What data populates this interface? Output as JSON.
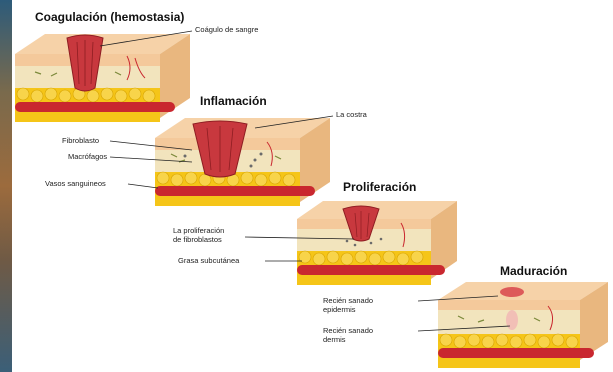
{
  "stages": [
    {
      "title": "Coagulación (hemostasia)",
      "labels": [
        "Coágulo de sangre"
      ]
    },
    {
      "title": "Inflamación",
      "labels": [
        "La costra",
        "Fibroblasto",
        "Macrófagos",
        "Vasos sanguineos"
      ]
    },
    {
      "title": "Proliferación",
      "labels": [
        "La proliferación\nde fibroblastos",
        "Grasa subcutánea"
      ]
    },
    {
      "title": "Maduración",
      "labels": [
        "Recién sanado\nepidermis",
        "Recién sanado\ndermis"
      ]
    }
  ],
  "colors": {
    "skin_top": "#f4c99b",
    "dermis": "#f2e4bd",
    "fat": "#f5c518",
    "vessel": "#c9272f",
    "wound": "#c8383e",
    "scar": "#d8454c"
  }
}
